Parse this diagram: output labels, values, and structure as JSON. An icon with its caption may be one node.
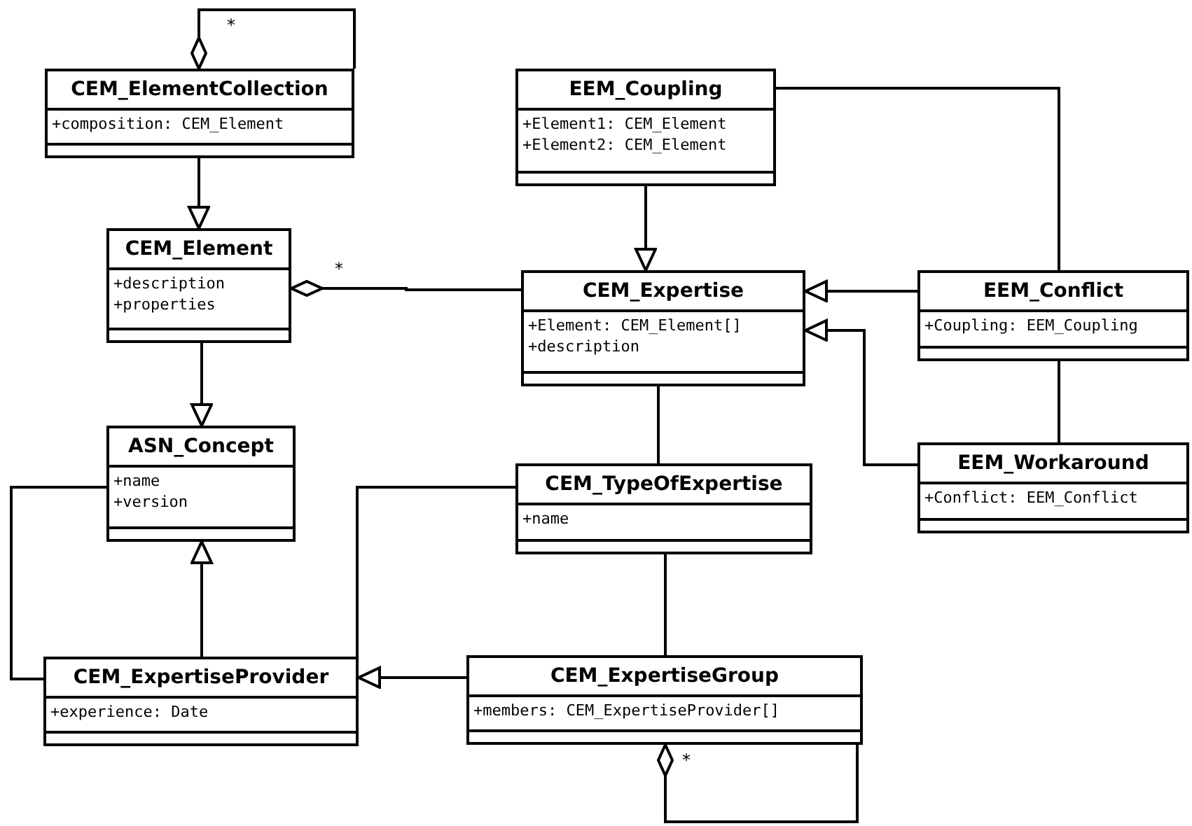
{
  "diagram": {
    "nodes": [
      {
        "text": [
          "CEM_ElementCollection",
          "+composition: CEM_Element"
        ]
      },
      {
        "text": [
          "EEM_Coupling",
          "+Element1: CEM_Element",
          "+Element2: CEM_Element"
        ]
      },
      {
        "text": [
          "CEM_Element",
          "+description",
          "+properties"
        ]
      },
      {
        "text": [
          "CEM_Expertise",
          "+Element: CEM_Element[]",
          "+description"
        ]
      },
      {
        "text": [
          "EEM_Conflict",
          "+Coupling: EEM_Coupling"
        ]
      },
      {
        "text": [
          "ASN_Concept",
          "+name",
          "+version"
        ]
      },
      {
        "text": [
          "CEM_TypeOfExpertise",
          "+name"
        ]
      },
      {
        "text": [
          "EEM_Workaround",
          "+Conflict: EEM_Conflict"
        ]
      },
      {
        "text": [
          "CEM_ExpertiseProvider",
          "+experience: Date"
        ]
      },
      {
        "text": [
          "CEM_ExpertiseGroup",
          "+members: CEM_ExpertiseProvider[]"
        ]
      }
    ],
    "edges": [
      {
        "from": 0,
        "to": 0,
        "arrow": "other",
        "label": "*"
      },
      {
        "from": 0,
        "to": 2,
        "arrow": "to"
      },
      {
        "from": 3,
        "to": 2,
        "arrow": "other",
        "label": "*"
      },
      {
        "from": 1,
        "to": 3,
        "arrow": "to"
      },
      {
        "from": 1,
        "to": 4,
        "arrow": "none"
      },
      {
        "from": 4,
        "to": 3,
        "arrow": "to"
      },
      {
        "from": 7,
        "to": 3,
        "arrow": "to"
      },
      {
        "from": 4,
        "to": 7,
        "arrow": "none"
      },
      {
        "from": 3,
        "to": 6,
        "arrow": "none"
      },
      {
        "from": 2,
        "to": 5,
        "arrow": "to"
      },
      {
        "from": 8,
        "to": 5,
        "arrow": "to"
      },
      {
        "from": 5,
        "to": 8,
        "arrow": "none"
      },
      {
        "from": 6,
        "to": 8,
        "arrow": "none"
      },
      {
        "from": 6,
        "to": 9,
        "arrow": "none"
      },
      {
        "from": 9,
        "to": 8,
        "arrow": "to"
      },
      {
        "from": 9,
        "to": 9,
        "arrow": "other",
        "label": "*"
      }
    ]
  }
}
